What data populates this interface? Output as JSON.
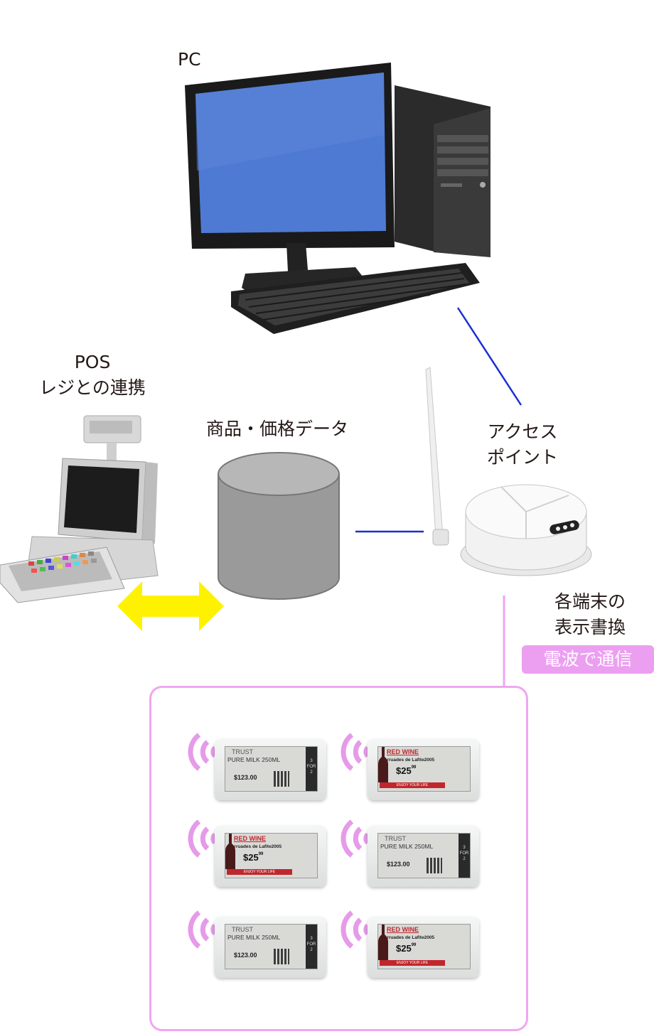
{
  "labels": {
    "pc": "PC",
    "pos_line1": "POS",
    "pos_line2": "レジとの連携",
    "database": "商品・価格データ",
    "access_line1": "アクセス",
    "access_line2": "ポイント",
    "update_line1": "各端末の",
    "update_line2": "表示書換",
    "radio_tag": "電波で通信"
  },
  "colors": {
    "connector_line": "#1a2fd0",
    "arrow": "#fff200",
    "radio_tag": "#ec9ff0",
    "panel_border": "#f0a6f0",
    "wave": "#e59be8",
    "monitor_screen": "#4f7ad3"
  },
  "shelf_labels": {
    "milk": {
      "brand": "TRUST",
      "product": "PURE MILK 250ML",
      "price": "$123.00",
      "side": "3 FOR 2"
    },
    "wine": {
      "brand": "RED WINE",
      "product": "Carruades de Lafite2005",
      "price": "$25",
      "cents": "99",
      "banner": "ENJOY YOUR LIFE"
    }
  }
}
